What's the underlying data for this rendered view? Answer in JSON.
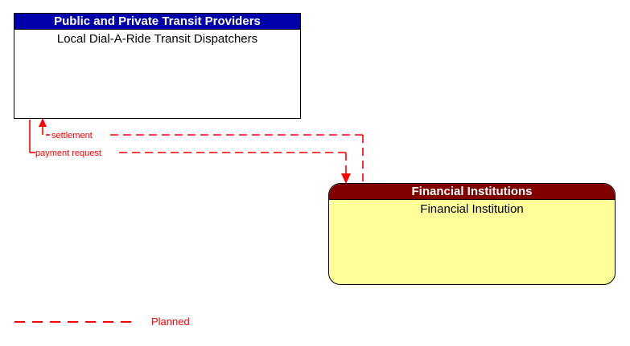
{
  "diagram": {
    "type": "context-flow-diagram",
    "nodes": [
      {
        "id": "transit-dispatchers",
        "stakeholder": "Public and Private Transit Providers",
        "name": "Local Dial-A-Ride Transit Dispatchers",
        "header_color": "#0000AA",
        "header_text_color": "#FFFFFF",
        "body_color": "#FFFFFF",
        "shape": "rectangle"
      },
      {
        "id": "financial-institution",
        "stakeholder": "Financial Institutions",
        "name": "Financial Institution",
        "header_color": "#800000",
        "header_text_color": "#FFFFFF",
        "body_color": "#FFFF99",
        "shape": "rounded-rectangle"
      }
    ],
    "flows": [
      {
        "id": "settlement",
        "label": "settlement",
        "from": "financial-institution",
        "to": "transit-dispatchers",
        "status": "Planned",
        "color": "#FF0000",
        "style": "dashed"
      },
      {
        "id": "payment-request",
        "label": "payment request",
        "from": "transit-dispatchers",
        "to": "financial-institution",
        "status": "Planned",
        "color": "#FF0000",
        "style": "dashed"
      }
    ]
  },
  "legend": {
    "entries": [
      {
        "label": "Planned",
        "color": "#FF0000",
        "style": "dashed"
      }
    ],
    "planned_label": "Planned"
  }
}
